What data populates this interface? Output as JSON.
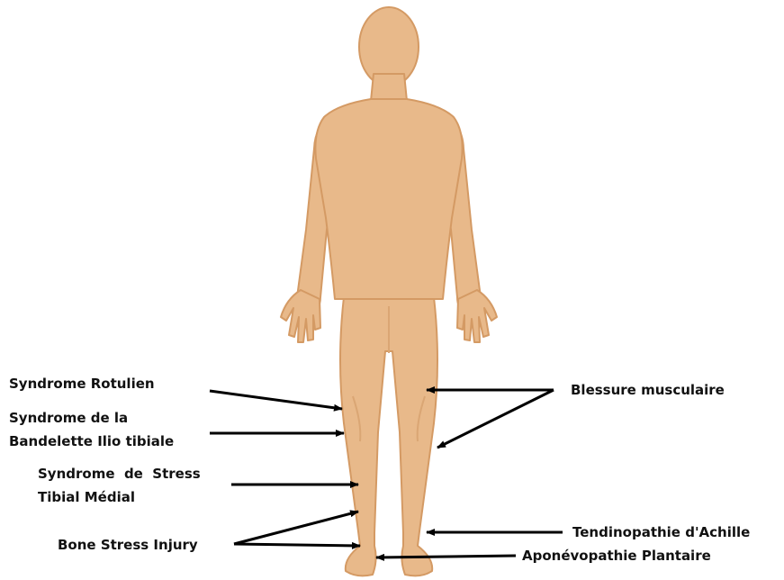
{
  "colors": {
    "skin": "#e8b98a",
    "skin_outline": "#d49a64",
    "skin_shade": "#daa674",
    "arrow": "#000000",
    "text": "#111111"
  },
  "labels": {
    "syndrome_rotulien": "Syndrome Rotulien",
    "bandelette_line1": "Syndrome de la",
    "bandelette_line2": "Bandelette Ilio tibiale",
    "stress_tibial_line1": "Syndrome  de  Stress",
    "stress_tibial_line2": "Tibial Médial",
    "bone_stress": "Bone Stress Injury",
    "blessure_musculaire": "Blessure musculaire",
    "tendinopathie_achille": "Tendinopathie d'Achille",
    "aponevopathie": "Aponévopathie Plantaire"
  }
}
